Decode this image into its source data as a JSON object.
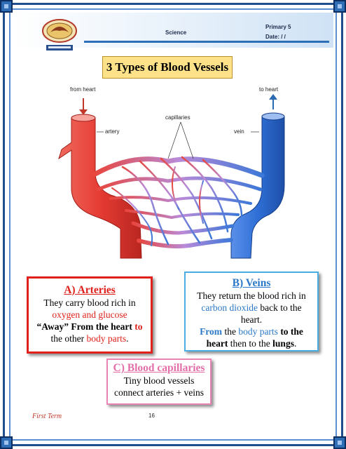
{
  "header": {
    "subject": "Science",
    "grade": "Primary 5",
    "date_label": "Date:   /   /",
    "accent_color": "#2c6fb7"
  },
  "title": "3 Types of Blood Vessels",
  "diagram": {
    "from_heart": "from heart",
    "to_heart": "to heart",
    "capillaries": "capillaries",
    "artery": "artery",
    "vein": "vein",
    "artery_color": "#e53b33",
    "vein_color": "#2f6fd6"
  },
  "arteries": {
    "heading": "A) Arteries",
    "l1": "They carry blood rich in",
    "l2": "oxygen and glucose",
    "l3a": "“Away”",
    "l3b": " From the heart ",
    "l3c": "to",
    "l4a": "the other ",
    "l4b": "body parts",
    "l4c": "."
  },
  "veins": {
    "heading": "B) Veins",
    "l1": "They return the blood rich in",
    "l2a": "carbon dioxide",
    "l2b": " back to the",
    "l3": "heart.",
    "l4a": "From",
    "l4b": " the ",
    "l4c": "body parts",
    "l4d": " to the",
    "l5a": "heart",
    "l5b": " then to the ",
    "l5c": "lungs",
    "l5d": "."
  },
  "capillaries": {
    "heading": "C) Blood capillaries",
    "l1": "Tiny blood vessels",
    "l2": "connect arteries + veins"
  },
  "footer": {
    "term": "First Term",
    "page": "16"
  }
}
